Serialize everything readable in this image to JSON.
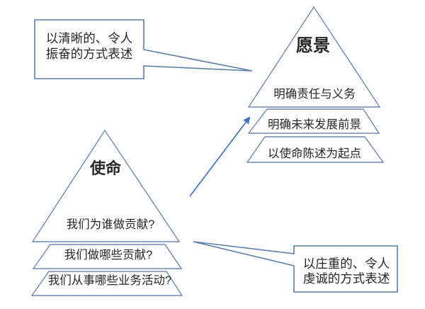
{
  "colors": {
    "background": "#ffffff",
    "shape_outline": "#7189ae",
    "callout_outline": "#5b7da8",
    "arrow": "#4472c4",
    "text": "#262626"
  },
  "vision_pyramid": {
    "title": "愿景",
    "levels": [
      "明确责任与义务",
      "明确未来发展前景",
      "以使命陈述为起点"
    ]
  },
  "mission_pyramid": {
    "title": "使命",
    "levels": [
      "我们为谁做贡献?",
      "我们做哪些贡献?",
      "我们从事哪些业务活动?"
    ]
  },
  "callout_vision": {
    "line1": "以清晰的、令人",
    "line2": "振奋的方式表述"
  },
  "callout_mission": {
    "line1": "以庄重的、令人",
    "line2": "虔诚的方式表述"
  }
}
